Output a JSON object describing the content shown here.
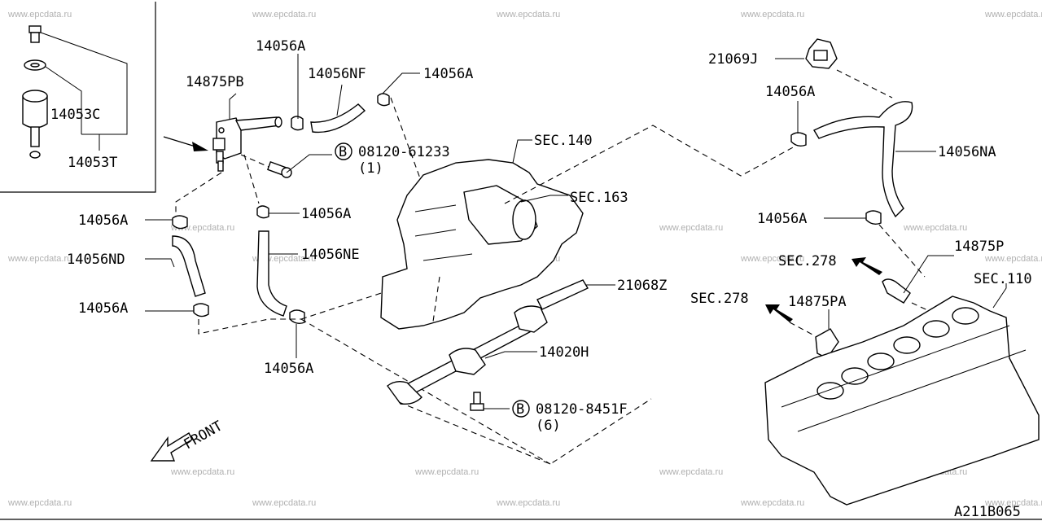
{
  "watermark": "www.epcdata.ru",
  "labels": {
    "p14053C": "14053C",
    "p14053T": "14053T",
    "p14875PB": "14875PB",
    "p14056A_1": "14056A",
    "p14056NF": "14056NF",
    "p14056A_2": "14056A",
    "sec140": "SEC.140",
    "sec163": "SEC.163",
    "bolt1_num": "08120-61233",
    "bolt1_qty": "(1)",
    "bolt_letter": "B",
    "p14056A_3": "14056A",
    "p14056A_4": "14056A",
    "p14056ND": "14056ND",
    "p14056A_5": "14056A",
    "p14056NE": "14056NE",
    "p14056A_6": "14056A",
    "p21068Z": "21068Z",
    "p14020H": "14020H",
    "bolt2_num": "08120-8451F",
    "bolt2_qty": "(6)",
    "front": "FRONT",
    "p21069J": "21069J",
    "p14056A_7": "14056A",
    "p14056NA": "14056NA",
    "p14056A_8": "14056A",
    "sec278_1": "SEC.278",
    "p14875P": "14875P",
    "sec110": "SEC.110",
    "sec278_2": "SEC.278",
    "p14875PA": "14875PA",
    "diagram_code": "A211B065"
  }
}
